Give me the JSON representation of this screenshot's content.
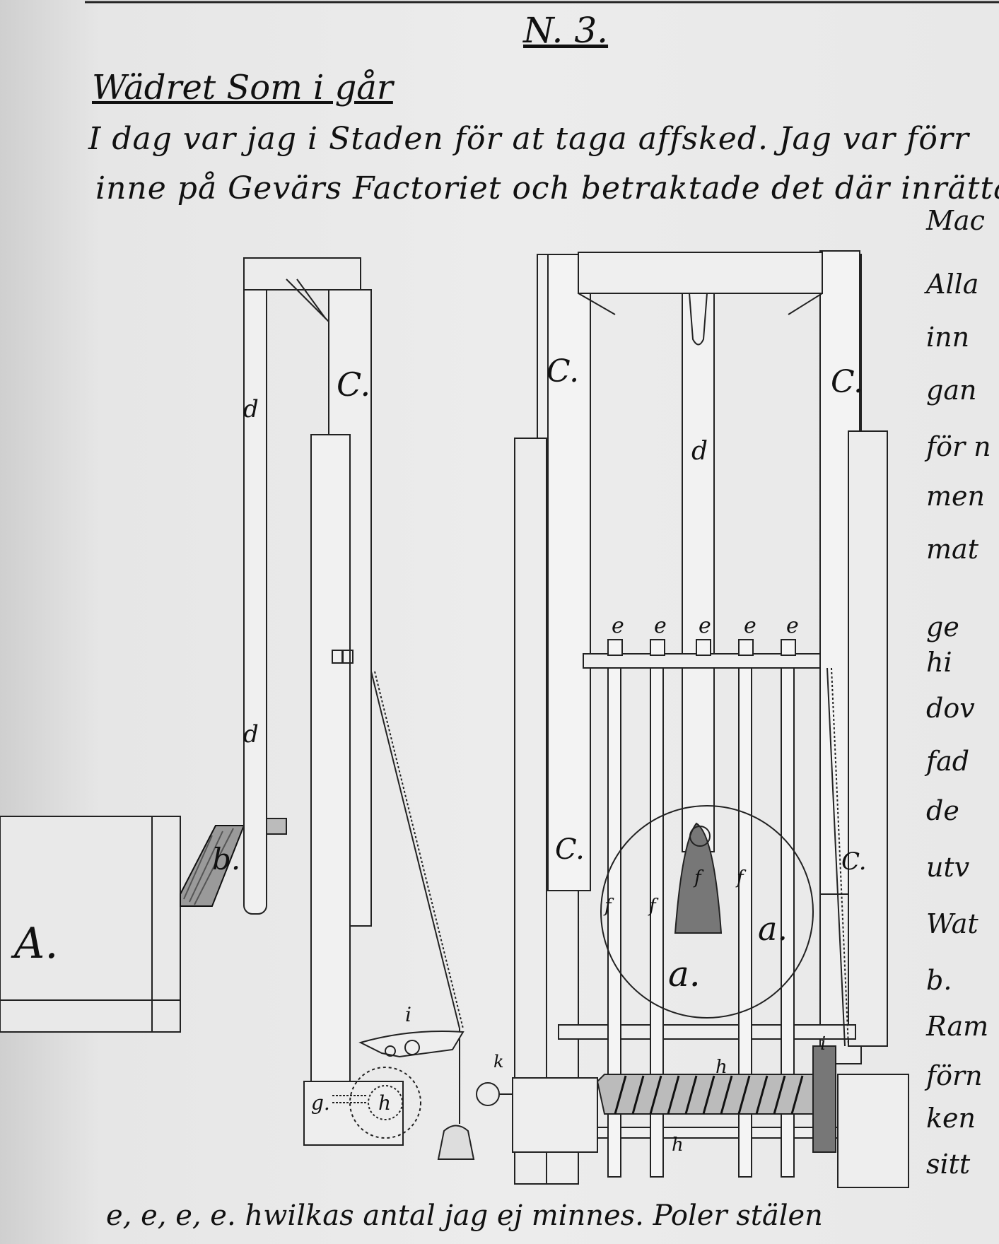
{
  "header": {
    "page_number": "N. 3.",
    "weather": "Wädret Som i går"
  },
  "body": {
    "line1": "I dag var jag i Staden för at taga affsked.  Jag var förr",
    "line2": "inne på Gevärs Factoriet och betraktade det där inrätta",
    "bottom_line": "e, e, e, e.  hwilkas antal jag ej minnes.   Poler stälen"
  },
  "margin_words": [
    "Mac",
    "Alla",
    "inn",
    "gan",
    "för n",
    "men",
    "mat",
    "ge",
    "hi",
    "dov",
    "fad",
    "de",
    "utv",
    "Wat",
    "b.",
    "Ram",
    "förn",
    "ken",
    "sitt"
  ],
  "drawing_labels": {
    "A": "A.",
    "b": "b.",
    "C": "C.",
    "d": "d",
    "e": "e",
    "f": "f",
    "g": "g.",
    "h": "h",
    "i": "i",
    "k": "k",
    "a": "a."
  }
}
